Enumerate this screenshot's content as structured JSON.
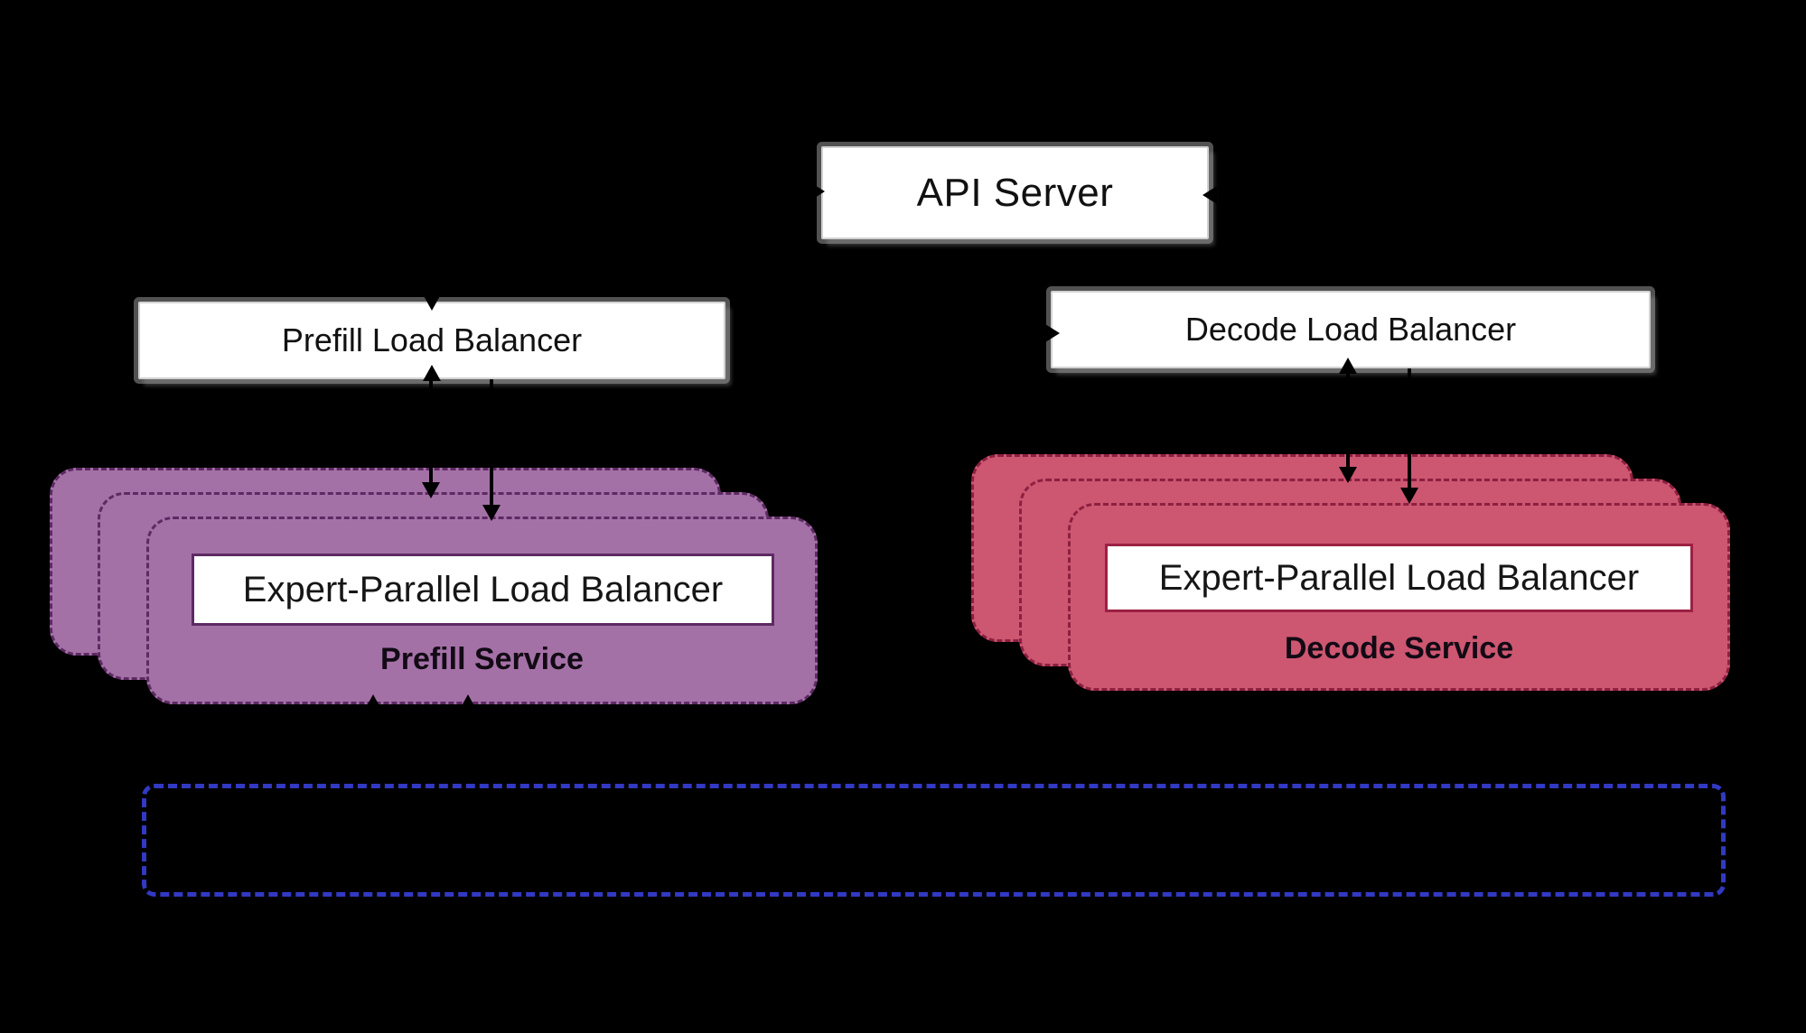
{
  "nodes": {
    "api_server": {
      "label": "API Server"
    },
    "prefill_load_balancer": {
      "label": "Prefill Load Balancer"
    },
    "decode_load_balancer": {
      "label": "Decode Load Balancer"
    },
    "prefill_service": {
      "title": "Prefill Service",
      "inner_box_label": "Expert-Parallel Load Balancer",
      "replica_count": 3
    },
    "decode_service": {
      "title": "Decode Service",
      "inner_box_label": "Expert-Parallel Load Balancer",
      "replica_count": 3
    }
  },
  "colors": {
    "background": "#000000",
    "node_fill": "#ffffff",
    "prefill_fill": "#a471a7",
    "prefill_border": "#5d2a63",
    "decode_fill": "#cd5671",
    "decode_border": "#8c2040",
    "bottom_container_border": "#3239c2",
    "arrow": "#000000"
  }
}
